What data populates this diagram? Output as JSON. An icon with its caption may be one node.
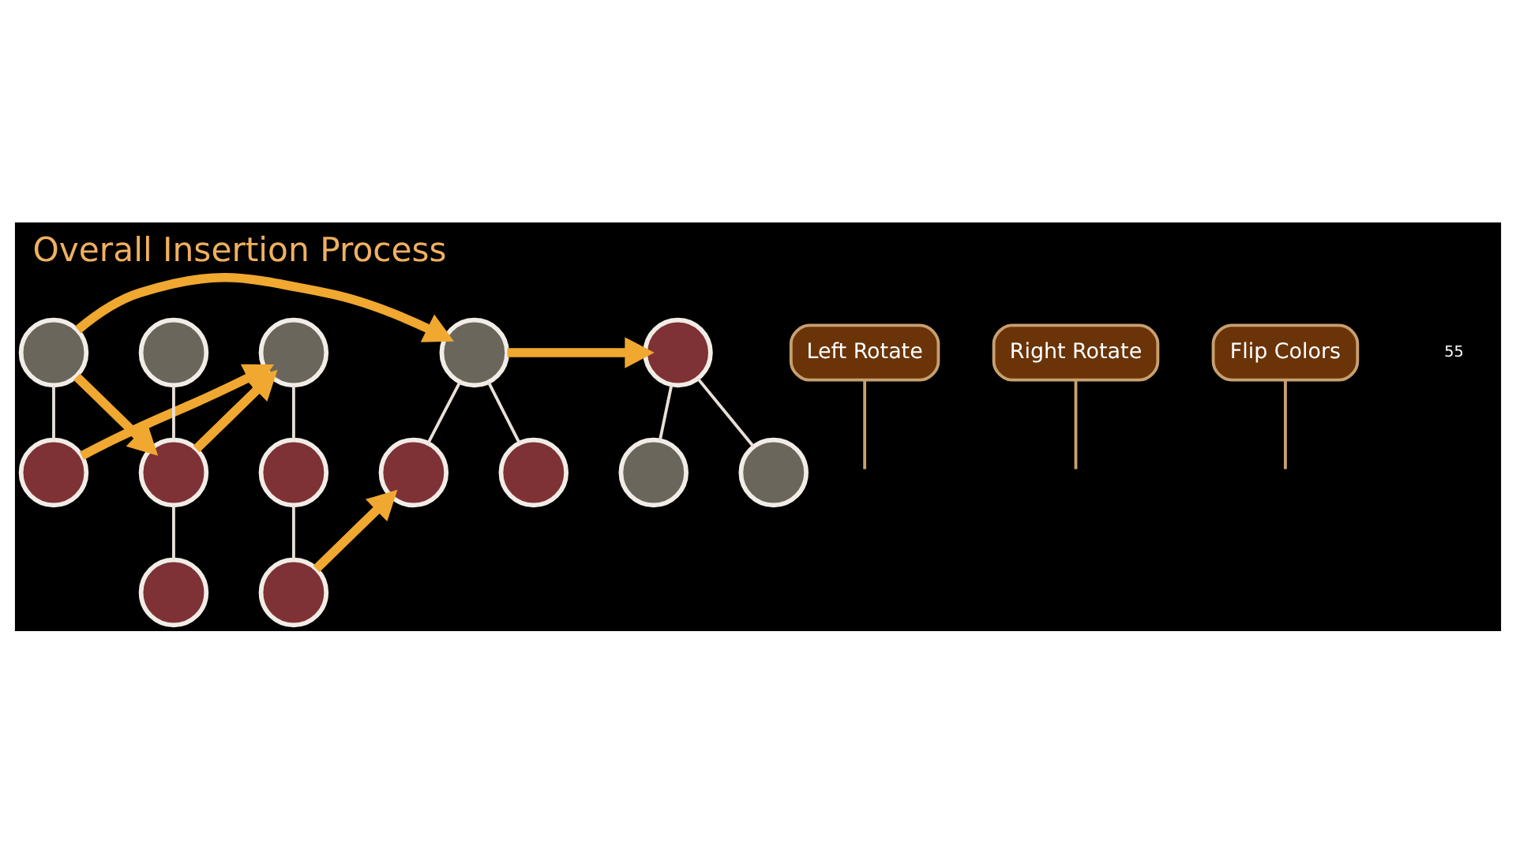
{
  "diagram": {
    "title": "Overall Insertion Process",
    "nodes": [
      {
        "text": [],
        "shape": "circle"
      },
      {
        "text": [],
        "shape": "circle"
      },
      {
        "text": [],
        "shape": "circle"
      },
      {
        "text": [],
        "shape": "circle"
      },
      {
        "text": [],
        "shape": "circle"
      },
      {
        "text": [],
        "shape": "circle"
      },
      {
        "text": [],
        "shape": "circle"
      },
      {
        "text": [],
        "shape": "circle"
      },
      {
        "text": [
          "Left Rotate"
        ]
      },
      {
        "text": [
          "Right Rotate"
        ]
      },
      {
        "text": [],
        "shape": "circle"
      },
      {
        "text": [],
        "shape": "circle"
      },
      {
        "text": [],
        "shape": "circle"
      },
      {
        "text": [
          "Flip Colors"
        ]
      },
      {
        "text": [],
        "shape": "circle"
      },
      {
        "text": [],
        "shape": "circle"
      },
      {
        "text": [],
        "shape": "circle"
      }
    ],
    "edges": [
      {
        "from": 0,
        "to": 1,
        "arrow": "none"
      },
      {
        "from": 2,
        "to": 3,
        "arrow": "none"
      },
      {
        "from": 3,
        "to": 4,
        "arrow": "none"
      },
      {
        "from": 5,
        "to": 6,
        "arrow": "none"
      },
      {
        "from": 5,
        "to": 7,
        "arrow": "none"
      },
      {
        "from": 10,
        "to": 11,
        "arrow": "none"
      },
      {
        "from": 11,
        "to": 12,
        "arrow": "none"
      },
      {
        "from": 14,
        "to": 15,
        "arrow": "none"
      },
      {
        "from": 14,
        "to": 16,
        "arrow": "none"
      },
      {
        "from": 0,
        "to": 3,
        "arrow": "to",
        "style": "thick",
        "color": "#f0a830"
      },
      {
        "from": 0,
        "to": 5,
        "arrow": "to",
        "style": "thick",
        "color": "#f0a830"
      },
      {
        "from": 1,
        "to": 10,
        "arrow": "to",
        "style": "thick",
        "color": "#f0a830"
      },
      {
        "from": 3,
        "to": 10,
        "arrow": "to",
        "style": "thick",
        "color": "#f0a830"
      },
      {
        "from": 12,
        "to": 6,
        "arrow": "to",
        "style": "thick",
        "color": "#f0a830"
      },
      {
        "from": 5,
        "to": 14,
        "arrow": "to",
        "style": "thick",
        "color": "#f0a830"
      },
      {
        "from": 8,
        "to": null,
        "arrow": "none",
        "color": "#c8a070"
      },
      {
        "from": 9,
        "to": null,
        "arrow": "none",
        "color": "#c8a070"
      },
      {
        "from": 13,
        "to": null,
        "arrow": "none",
        "color": "#c8a070"
      }
    ],
    "labels": [
      "55"
    ]
  }
}
